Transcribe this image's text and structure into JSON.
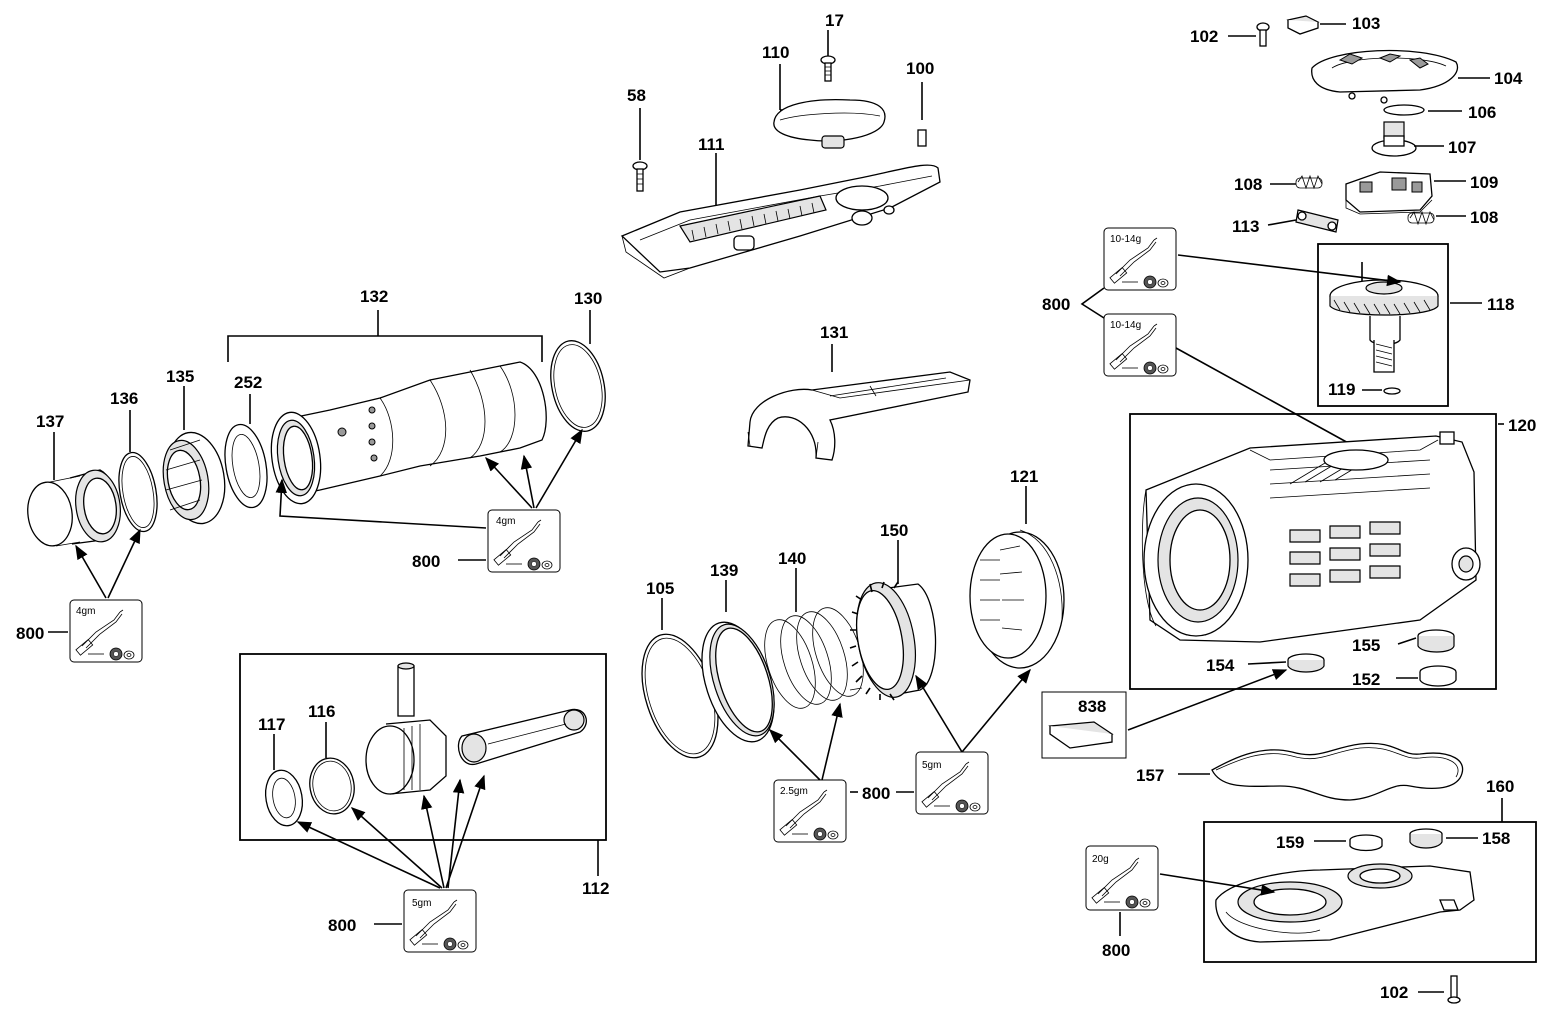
{
  "callouts": {
    "c17": "17",
    "c110": "110",
    "c100": "100",
    "c58": "58",
    "c111": "111",
    "c102a": "102",
    "c103": "103",
    "c104": "104",
    "c106": "106",
    "c107": "107",
    "c108a": "108",
    "c109": "109",
    "c113": "113",
    "c108b": "108",
    "c118": "118",
    "c119": "119",
    "c120": "120",
    "c132": "132",
    "c130": "130",
    "c137": "137",
    "c136": "136",
    "c135": "135",
    "c252": "252",
    "c131": "131",
    "c121": "121",
    "c150": "150",
    "c140": "140",
    "c139": "139",
    "c105": "105",
    "c117": "117",
    "c116": "116",
    "c112": "112",
    "c838": "838",
    "c157": "157",
    "c155": "155",
    "c154": "154",
    "c152": "152",
    "c160": "160",
    "c159": "159",
    "c158": "158",
    "c102b": "102",
    "c800a": "800",
    "c800b": "800",
    "c800c": "800",
    "c800d": "800",
    "c800e": "800",
    "c800f": "800"
  },
  "grease": {
    "g_top": "10-14g",
    "g_mid": "10-14g",
    "g_4gm_cyl": "4gm",
    "g_4gm_left": "4gm",
    "g_25gm": "2.5gm",
    "g_5gm_clutch": "5gm",
    "g_5gm_piston": "5gm",
    "g_20g": "20g"
  }
}
